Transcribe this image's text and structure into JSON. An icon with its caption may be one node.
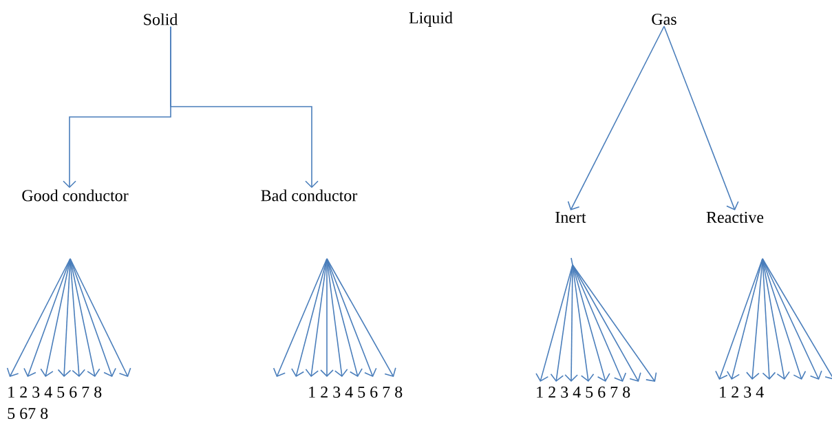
{
  "diagram": {
    "nodes": [
      {
        "text": [
          "Solid"
        ]
      },
      {
        "text": [
          "Liquid"
        ]
      },
      {
        "text": [
          "Gas"
        ]
      },
      {
        "text": [
          "Good conductor"
        ]
      },
      {
        "text": [
          "Bad conductor"
        ]
      },
      {
        "text": [
          "Inert"
        ]
      },
      {
        "text": [
          "Reactive"
        ]
      }
    ],
    "edges": [
      {
        "from": 0,
        "to": 3,
        "arrow": "to"
      },
      {
        "from": 0,
        "to": 4,
        "arrow": "to"
      },
      {
        "from": 2,
        "to": 5,
        "arrow": "to"
      },
      {
        "from": 2,
        "to": 6,
        "arrow": "to"
      }
    ],
    "labels": [
      "1 2 3 4 5 6 7 8",
      "1 2 3 4 5 6 7 8",
      "1 2 3 4 5 6 7 8",
      "1 2 3 4",
      "5 67 8"
    ]
  }
}
